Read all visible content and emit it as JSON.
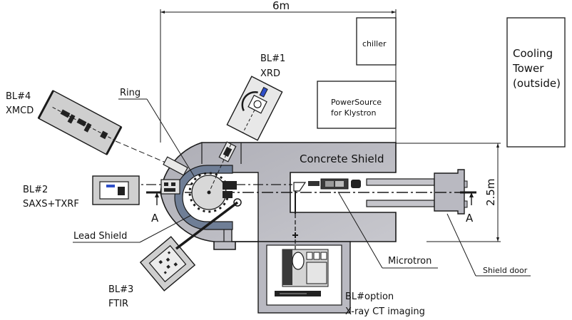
{
  "diagram": {
    "dimensions": {
      "width_label": "6m",
      "height_label": "2.5m"
    },
    "labels": {
      "bl1_id": "BL#1",
      "bl1_type": "XRD",
      "bl2_id": "BL#2",
      "bl2_type": "SAXS+TXRF",
      "bl3_id": "BL#3",
      "bl3_type": "FTIR",
      "bl4_id": "BL#4",
      "bl4_type": "XMCD",
      "bl_option_id": "BL#option",
      "bl_option_type": "X-ray CT imaging",
      "ring": "Ring",
      "lead_shield": "Lead Shield",
      "concrete_shield": "Concrete Shield",
      "microtron": "Microtron",
      "shield_door": "Shield door",
      "chiller": "chiller",
      "power_source_line1": "PowerSource",
      "power_source_line2": "for Klystron",
      "cooling_tower_line1": "Cooling",
      "cooling_tower_line2": "Tower",
      "cooling_tower_line3": "(outside)",
      "section_mark_left": "A",
      "section_mark_right": "A"
    },
    "colors": {
      "concrete": "#b9b9c1",
      "lead": "#6f7e96",
      "beamline_box": "#c9c9c9",
      "accent_blue": "#2f4fc8",
      "line": "#1a1a1a"
    }
  }
}
